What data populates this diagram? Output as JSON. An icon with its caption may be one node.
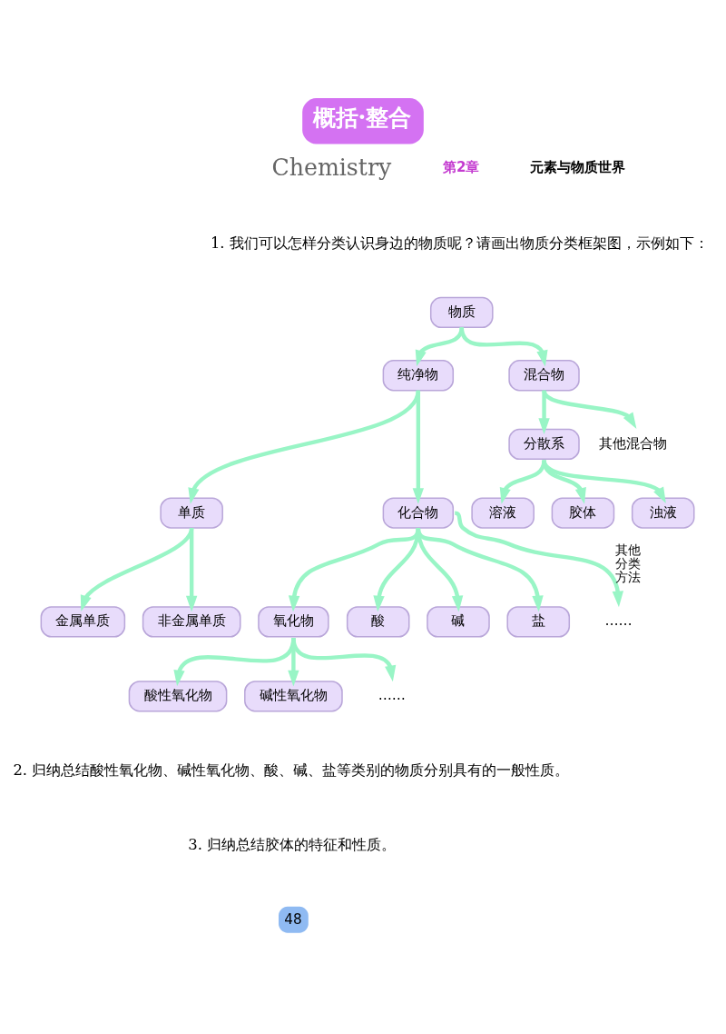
{
  "diagram": {
    "title": "概括·整合",
    "nodes": [
      {
        "text": [
          "物质"
        ]
      },
      {
        "text": [
          "纯净物"
        ]
      },
      {
        "text": [
          "混合物"
        ]
      },
      {
        "text": [
          "分散系"
        ]
      },
      {
        "text": [
          "其他混合物"
        ]
      },
      {
        "text": [
          "单质"
        ]
      },
      {
        "text": [
          "化合物"
        ]
      },
      {
        "text": [
          "溶液"
        ]
      },
      {
        "text": [
          "胶体"
        ]
      },
      {
        "text": [
          "浊液"
        ]
      },
      {
        "text": [
          "金属单质"
        ]
      },
      {
        "text": [
          "非金属单质"
        ]
      },
      {
        "text": [
          "氧化物"
        ]
      },
      {
        "text": [
          "酸"
        ]
      },
      {
        "text": [
          "碱"
        ]
      },
      {
        "text": [
          "盐"
        ]
      },
      {
        "text": [
          "……"
        ]
      },
      {
        "text": [
          "酸性氧化物"
        ]
      },
      {
        "text": [
          "碱性氧化物"
        ]
      },
      {
        "text": [
          "……"
        ]
      }
    ],
    "edges": [
      {
        "from": 0,
        "to": 1,
        "arrow": "to"
      },
      {
        "from": 0,
        "to": 2,
        "arrow": "to"
      },
      {
        "from": 1,
        "to": 5,
        "arrow": "to"
      },
      {
        "from": 1,
        "to": 6,
        "arrow": "to"
      },
      {
        "from": 2,
        "to": 3,
        "arrow": "to"
      },
      {
        "from": 2,
        "to": 4,
        "arrow": "to"
      },
      {
        "from": 3,
        "to": 7,
        "arrow": "to"
      },
      {
        "from": 3,
        "to": 8,
        "arrow": "to"
      },
      {
        "from": 3,
        "to": 9,
        "arrow": "to"
      },
      {
        "from": 5,
        "to": 10,
        "arrow": "to"
      },
      {
        "from": 5,
        "to": 11,
        "arrow": "to"
      },
      {
        "from": 6,
        "to": 12,
        "arrow": "to"
      },
      {
        "from": 6,
        "to": 13,
        "arrow": "to"
      },
      {
        "from": 6,
        "to": 14,
        "arrow": "to"
      },
      {
        "from": 6,
        "to": 15,
        "arrow": "to"
      },
      {
        "from": 6,
        "to": 16,
        "arrow": "to",
        "label": "其他分类方法"
      },
      {
        "from": 12,
        "to": 17,
        "arrow": "to"
      },
      {
        "from": 12,
        "to": 18,
        "arrow": "to"
      },
      {
        "from": 12,
        "to": 19,
        "arrow": "to"
      }
    ],
    "labels": [
      "Chemistry",
      "第2章",
      "元素与物质世界",
      "1. 我们可以怎样分类认识身边的物质呢？请画出物质分类框架图，示例如下：",
      "2. 归纳总结酸性氧化物、碱性氧化物、酸、碱、盐等类别的物质分别具有的一般性质。",
      "3. 归纳总结胶体的特征和性质。",
      "48"
    ]
  }
}
